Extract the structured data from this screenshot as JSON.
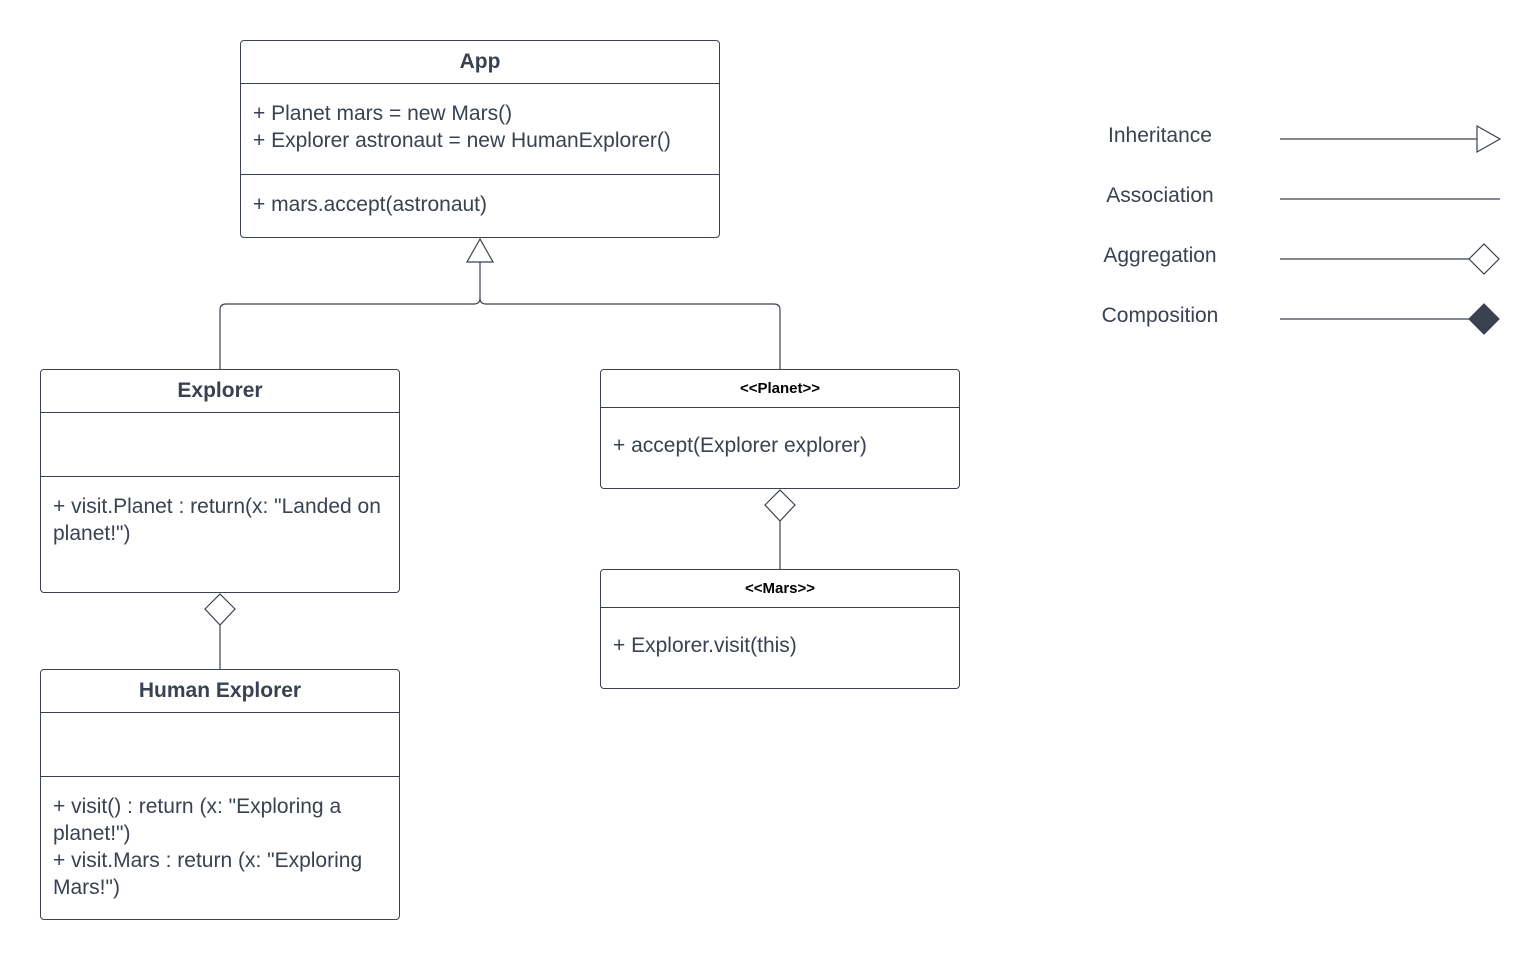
{
  "classes": {
    "app": {
      "title": "App",
      "attributes": [
        "+ Planet mars = new Mars()",
        "+ Explorer astronaut = new HumanExplorer()"
      ],
      "operations": [
        "+ mars.accept(astronaut)"
      ]
    },
    "explorer": {
      "title": "Explorer",
      "attributes": [],
      "operations": [
        "+ visit.Planet : return(x: \"Landed on planet!\")"
      ]
    },
    "human_explorer": {
      "title": "Human Explorer",
      "attributes": [],
      "operations": [
        "+ visit() : return (x: \"Exploring a planet!\")",
        "+ visit.Mars : return (x: \"Exploring Mars!\")"
      ]
    },
    "planet": {
      "title": "<<Planet>>",
      "operations": [
        "+ accept(Explorer explorer)"
      ]
    },
    "mars": {
      "title": "<<Mars>>",
      "operations": [
        "+ Explorer.visit(this)"
      ]
    }
  },
  "relationships": [
    {
      "from": "explorer",
      "to": "app",
      "type": "inheritance"
    },
    {
      "from": "planet",
      "to": "app",
      "type": "inheritance"
    },
    {
      "from": "human_explorer",
      "to": "explorer",
      "type": "aggregation"
    },
    {
      "from": "mars",
      "to": "planet",
      "type": "aggregation"
    }
  ],
  "legend": {
    "inheritance": "Inheritance",
    "association": "Association",
    "aggregation": "Aggregation",
    "composition": "Composition"
  },
  "colors": {
    "stroke": "#3a4150",
    "composition_fill": "#3a4150",
    "background": "#ffffff"
  }
}
